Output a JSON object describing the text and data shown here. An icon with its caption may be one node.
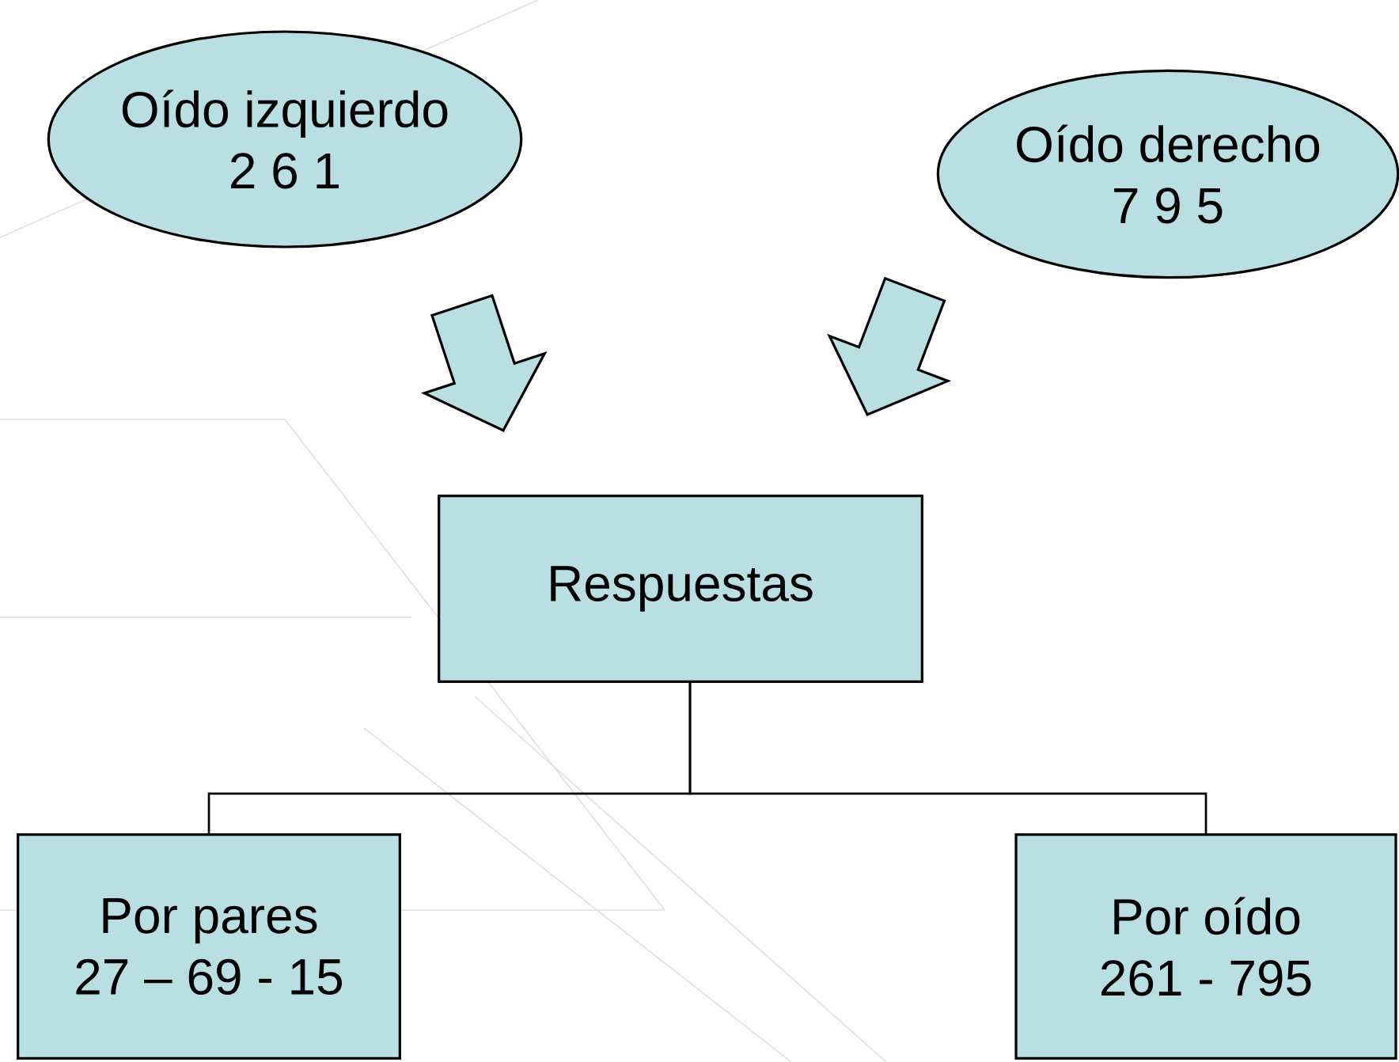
{
  "diagram": {
    "nodes": [
      {
        "text": [
          "Oído izquierdo",
          "2 6 1"
        ]
      },
      {
        "text": [
          "Oído derecho",
          "7 9 5"
        ]
      },
      {
        "text": [
          "Respuestas"
        ]
      },
      {
        "text": [
          "Por pares",
          "27 – 69 - 15"
        ]
      },
      {
        "text": [
          "Por oído",
          "261 - 795"
        ]
      }
    ],
    "edges": [
      {
        "from": 0,
        "to": 2,
        "arrow": "to"
      },
      {
        "from": 1,
        "to": 2,
        "arrow": "to"
      },
      {
        "from": 2,
        "to": 3,
        "arrow": "none"
      },
      {
        "from": 2,
        "to": 4,
        "arrow": "none"
      }
    ]
  }
}
